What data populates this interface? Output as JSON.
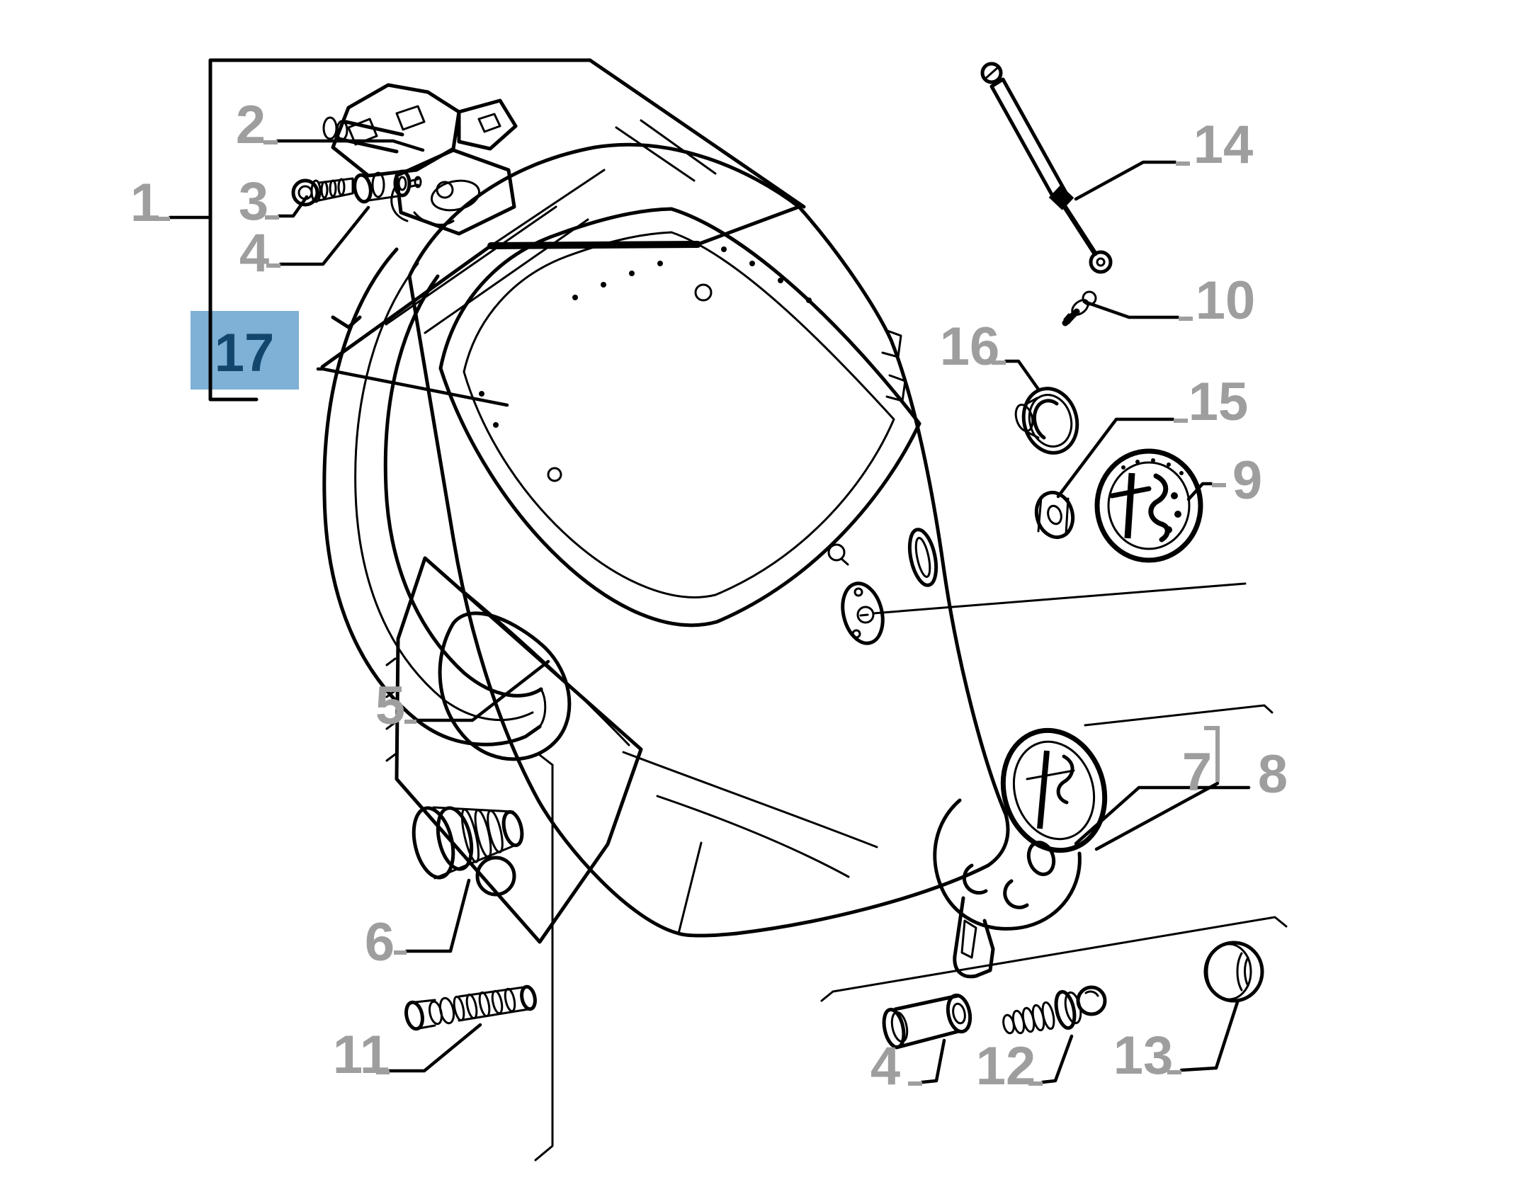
{
  "diagram": {
    "type": "exploded-parts-diagram",
    "subject": "rear hatch / tailgate assembly",
    "emblem": "Alfa Romeo badge",
    "background_color": "#ffffff",
    "line_color": "#000000",
    "label_color": "#9e9e9e",
    "highlight_fill": "#7fb0d6",
    "highlight_text_color": "#12466d",
    "selected_part": "17"
  },
  "labels": {
    "part1": {
      "text": "1",
      "selected": false
    },
    "part2": {
      "text": "2",
      "selected": false
    },
    "part3": {
      "text": "3",
      "selected": false
    },
    "part4": {
      "text": "4",
      "selected": false
    },
    "part17": {
      "text": "17",
      "selected": true
    },
    "part5": {
      "text": "5",
      "selected": false
    },
    "part6": {
      "text": "6",
      "selected": false
    },
    "part11": {
      "text": "11",
      "selected": false
    },
    "part14": {
      "text": "14",
      "selected": false
    },
    "part10": {
      "text": "10",
      "selected": false
    },
    "part16": {
      "text": "16",
      "selected": false
    },
    "part15": {
      "text": "15",
      "selected": false
    },
    "part9": {
      "text": "9",
      "selected": false
    },
    "part7": {
      "text": "7",
      "selected": false
    },
    "part8": {
      "text": "8",
      "selected": false
    },
    "part4b": {
      "text": "4",
      "selected": false
    },
    "part12": {
      "text": "12",
      "selected": false
    },
    "part13": {
      "text": "13",
      "selected": false
    }
  }
}
